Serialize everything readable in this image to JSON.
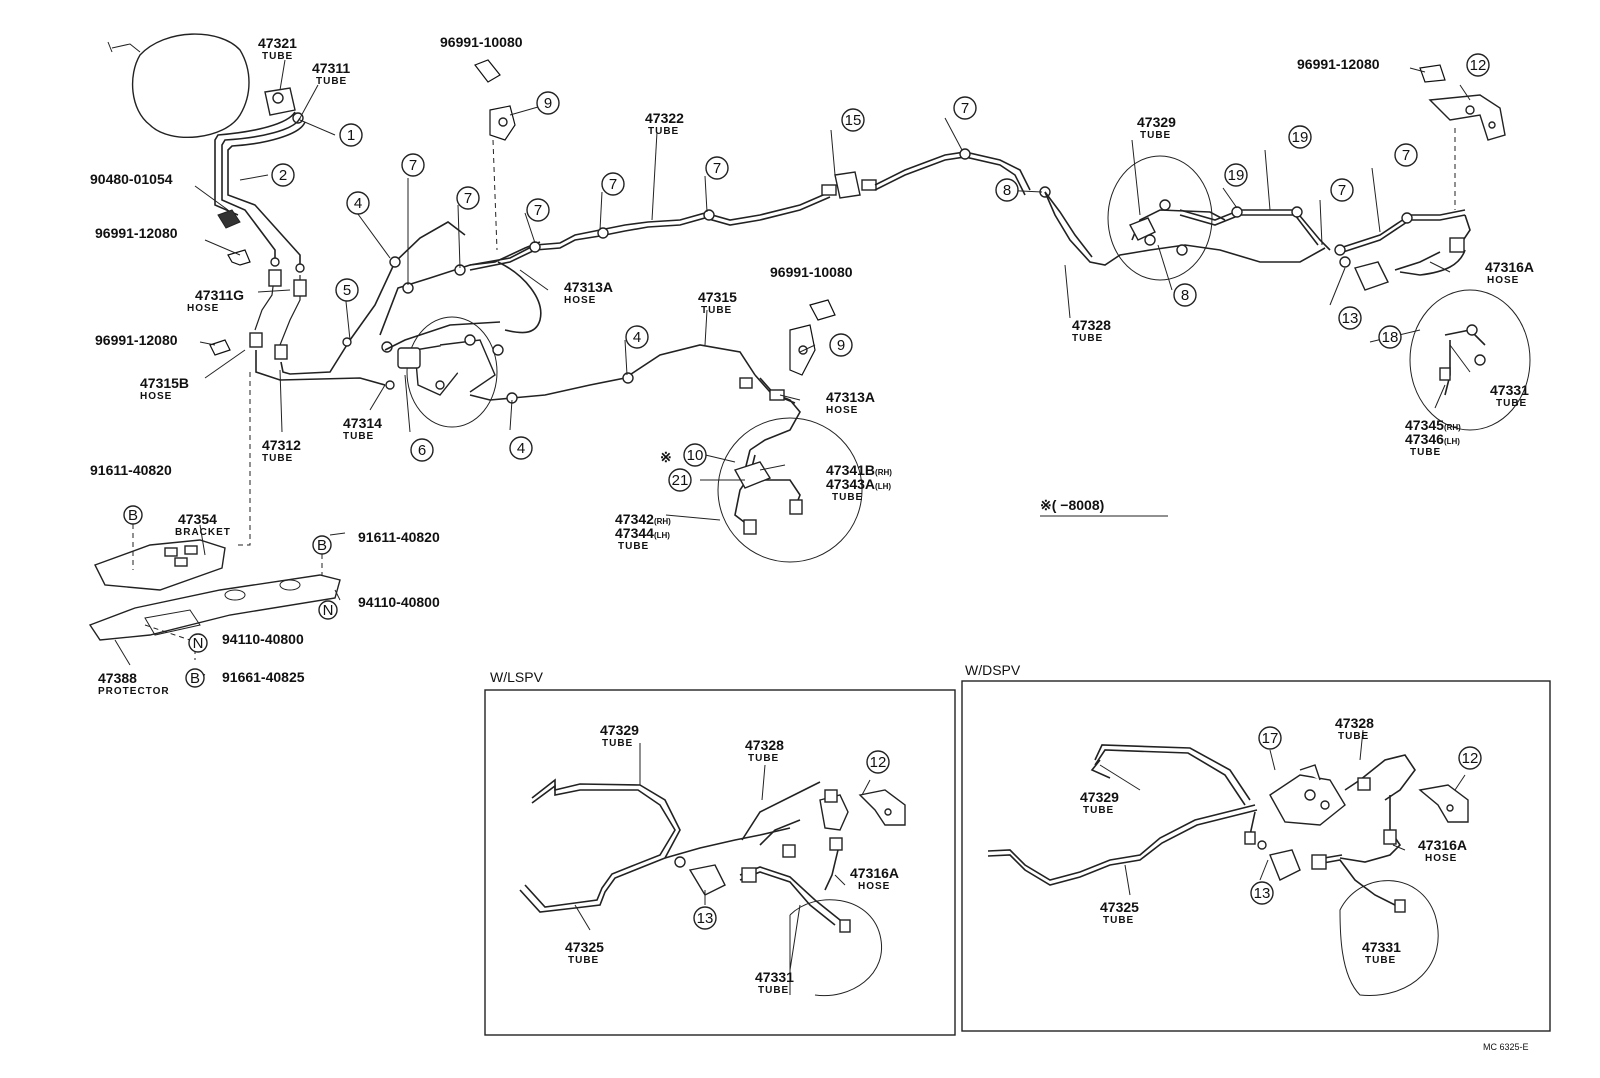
{
  "labels": {
    "p47321": "47321",
    "p47321_sub": "TUBE",
    "p47311": "47311",
    "p47311_sub": "TUBE",
    "p96991_10080a": "96991-10080",
    "p90480": "90480-01054",
    "p96991_12080a": "96991-12080",
    "p47311G": "47311G",
    "p47311G_sub": "HOSE",
    "p96991_12080b": "96991-12080",
    "p47315B": "47315B",
    "p47315B_sub": "HOSE",
    "p47312": "47312",
    "p47312_sub": "TUBE",
    "p47314": "47314",
    "p47314_sub": "TUBE",
    "p47313A_1": "47313A",
    "p47313A_1_sub": "HOSE",
    "p47322": "47322",
    "p47322_sub": "TUBE",
    "p47315": "47315",
    "p47315_sub": "TUBE",
    "p96991_10080b": "96991-10080",
    "p47313A_2": "47313A",
    "p47313A_2_sub": "HOSE",
    "p47341B": "47341B",
    "p47341B_rh": "(RH)",
    "p47343A": "47343A",
    "p47343A_lh": "(LH)",
    "p47343A_sub": "TUBE",
    "p47342": "47342",
    "p47342_rh": "(RH)",
    "p47344": "47344",
    "p47344_lh": "(LH)",
    "p47344_sub": "TUBE",
    "p47328": "47328",
    "p47328_sub": "TUBE",
    "p47329": "47329",
    "p47329_sub": "TUBE",
    "p96991_12080c": "96991-12080",
    "p47316A": "47316A",
    "p47316A_sub": "HOSE",
    "p47331": "47331",
    "p47331_sub": "TUBE",
    "p47345": "47345",
    "p47345_rh": "(RH)",
    "p47346": "47346",
    "p47346_lh": "(LH)",
    "p47346_sub": "TUBE",
    "p91611_a": "91611-40820",
    "p47354": "47354",
    "p47354_sub": "BRACKET",
    "p91611_b": "91611-40820",
    "p94110_a": "94110-40800",
    "p94110_b": "94110-40800",
    "p47388": "47388",
    "p47388_sub": "PROTECTOR",
    "p91661": "91661-40825",
    "note": "※(      −8008)",
    "mark10": "※"
  },
  "callouts": {
    "c1": "1",
    "c2": "2",
    "c4a": "4",
    "c4b": "4",
    "c4c": "4",
    "c5": "5",
    "c6": "6",
    "c7a": "7",
    "c7b": "7",
    "c7c": "7",
    "c7d": "7",
    "c7e": "7",
    "c7f": "7",
    "c7g": "7",
    "c7h": "7",
    "c8a": "8",
    "c8b": "8",
    "c9a": "9",
    "c9b": "9",
    "c10": "10",
    "c21": "21",
    "c12": "12",
    "c13": "13",
    "c15": "15",
    "c18": "18",
    "c19a": "19",
    "c19b": "19",
    "cB1": "B",
    "cB2": "B",
    "cB3": "B",
    "cN1": "N",
    "cN2": "N"
  },
  "lspv": {
    "title": "W/LSPV",
    "p47329": "47329",
    "p47329_sub": "TUBE",
    "p47328": "47328",
    "p47328_sub": "TUBE",
    "p47316A": "47316A",
    "p47316A_sub": "HOSE",
    "p47325": "47325",
    "p47325_sub": "TUBE",
    "p47331": "47331",
    "p47331_sub": "TUBE",
    "c12": "12",
    "c13": "13"
  },
  "dspv": {
    "title": "W/DSPV",
    "p47328": "47328",
    "p47328_sub": "TUBE",
    "p47329": "47329",
    "p47329_sub": "TUBE",
    "p47316A": "47316A",
    "p47316A_sub": "HOSE",
    "p47325": "47325",
    "p47325_sub": "TUBE",
    "p47331": "47331",
    "p47331_sub": "TUBE",
    "c17": "17",
    "c12": "12",
    "c13": "13"
  },
  "drawing_code": "MC 6325-E"
}
